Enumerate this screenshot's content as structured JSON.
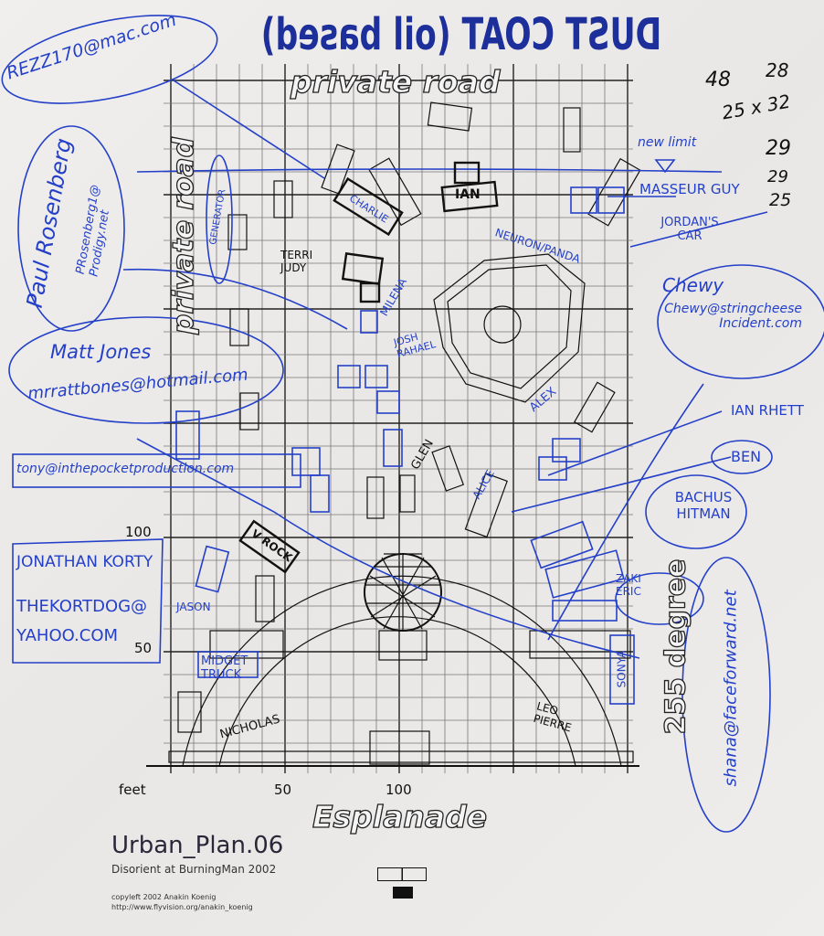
{
  "map": {
    "top_road_label": "private road",
    "left_road_label": "private road",
    "bottom_road_label": "Esplanade",
    "orientation_label": "255 degree",
    "axis": {
      "unit_label": "feet",
      "x_ticks": [
        "50",
        "100"
      ],
      "y_ticks": [
        "100",
        "50"
      ]
    }
  },
  "title_block": {
    "title": "Urban_Plan.06",
    "subtitle": "Disorient at BurningMan 2002",
    "copyright": "copyleft 2002 Anakin Koenig",
    "url": "http://www.flyvision.org/anakin_koenig"
  },
  "annotations": {
    "mirrored_header": "DUST COAT (oil based)",
    "dimensions": [
      "48",
      "28",
      "25 x 32",
      "29",
      "29",
      "25"
    ],
    "new_limit": "new limit",
    "contacts": [
      "REZZ170@mac.com",
      "Paul Rosenberg",
      "PRosenberg1@ Prodigy.net",
      "Matt Jones",
      "mrrattbones@hotmail.com",
      "tony@inthepocketproduction.com",
      "JONATHAN KORTY",
      "THEKORTDOG@ YAHOO.COM",
      "Chewy",
      "Chewy@stringcheese Incident.com",
      "shana@faceforward.net"
    ],
    "camps": {
      "masseur_guy": "MASSEUR GUY",
      "jordans_car": "JORDAN'S CAR",
      "ian_rhett": "IAN RHETT",
      "ben": "BEN",
      "bachus_hitman": "BACHUS HITMAN",
      "zaki_eric": "ZAKI ERIC",
      "sonya": "SONYA",
      "leo_pierre": "LEO PIERRE",
      "nicholas": "NICHOLAS",
      "midget_truck": "MIDGET TRUCK",
      "jason": "JASON",
      "vrock": "V ROCK",
      "glen": "GLEN",
      "alex": "ALEX",
      "neuron_panda": "NEURON/PANDA",
      "josh_rahael": "JOSH RAHAEL",
      "milena": "MILENA",
      "terri_judy": "TERRI JUDY",
      "charlie": "CHARLIE",
      "ian": "IAN",
      "generator": "GENERATOR",
      "alice": "ALICE"
    }
  },
  "colors": {
    "ink_blue": "#2440c8",
    "pencil_black": "#111111",
    "grid": "#555555",
    "paper": "#eeecea"
  }
}
